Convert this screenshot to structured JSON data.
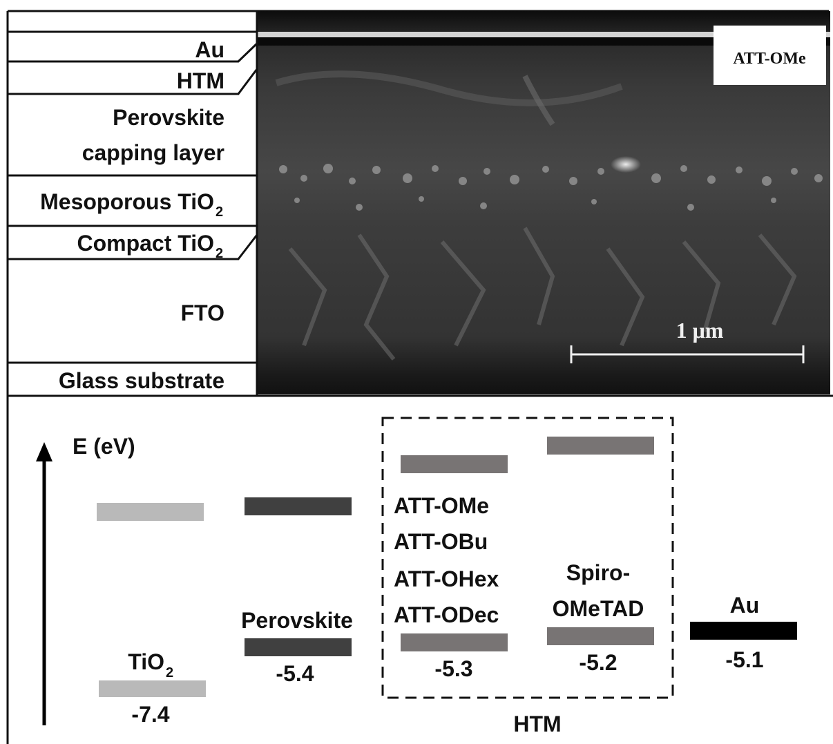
{
  "top_panel": {
    "layers": [
      {
        "label": "Au"
      },
      {
        "label": "HTM"
      },
      {
        "label_line1": "Perovskite",
        "label_line2": "capping layer"
      },
      {
        "label": "Mesoporous TiO",
        "sub": "2"
      },
      {
        "label": "Compact TiO",
        "sub": "2"
      },
      {
        "label": "FTO"
      },
      {
        "label": "Glass substrate"
      }
    ],
    "sem_tag": "ATT-OMe",
    "scale_bar_label": "1 μm"
  },
  "bottom_panel": {
    "axis_label": "E (eV)",
    "materials": {
      "tio2": {
        "name": "TiO",
        "sub": "2",
        "homo": "-7.4"
      },
      "perovskite": {
        "name": "Perovskite",
        "homo": "-5.4"
      },
      "att": {
        "names": [
          "ATT-OMe",
          "ATT-OBu",
          "ATT-OHex",
          "ATT-ODec"
        ],
        "homo": "-5.3"
      },
      "spiro": {
        "name_line1": "Spiro-",
        "name_line2": "OMeTAD",
        "homo": "-5.2"
      },
      "au": {
        "name": "Au",
        "level": "-5.1"
      }
    },
    "htm_box_label": "HTM"
  },
  "colors": {
    "tio2": "#b9b9b9",
    "perovskite": "#404040",
    "htm": "#787474",
    "au": "#000000"
  }
}
